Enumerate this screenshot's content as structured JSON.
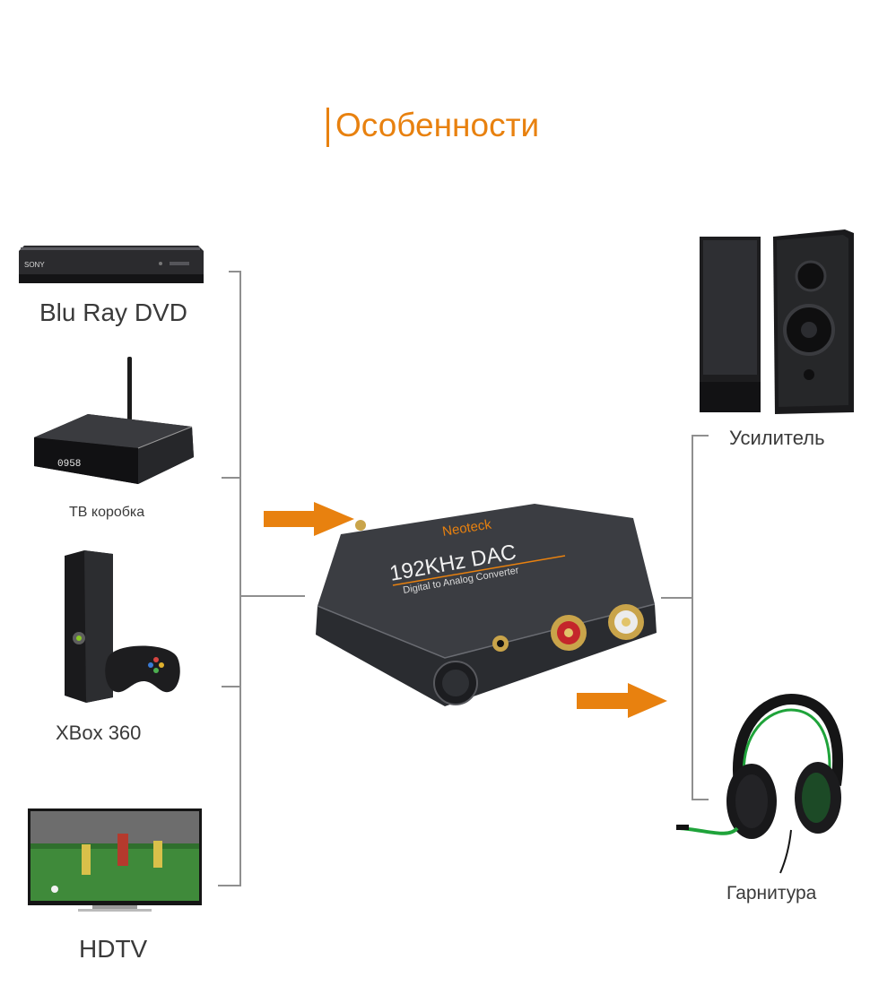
{
  "heading": {
    "title": "Особенности"
  },
  "colors": {
    "accent": "#e8810f",
    "connector": "#8f8f8f",
    "device_body": "#3b3d42",
    "rca_red": "#c4262b",
    "headset_green": "#1fa33a"
  },
  "sources": [
    {
      "label": "Blu Ray DVD",
      "icon": "bluray-player-icon"
    },
    {
      "label": "ТВ коробка",
      "icon": "tv-box-icon"
    },
    {
      "label": "XBox 360",
      "icon": "xbox-360-icon"
    },
    {
      "label": "HDTV",
      "icon": "hdtv-icon"
    }
  ],
  "device": {
    "brand": "Neoteck",
    "model": "192KHz DAC",
    "subtitle": "Digital to Analog Converter",
    "icon": "dac-converter-icon"
  },
  "outputs": [
    {
      "label": "Усилитель",
      "icon": "speakers-icon"
    },
    {
      "label": "Гарнитура",
      "icon": "headset-icon"
    }
  ]
}
